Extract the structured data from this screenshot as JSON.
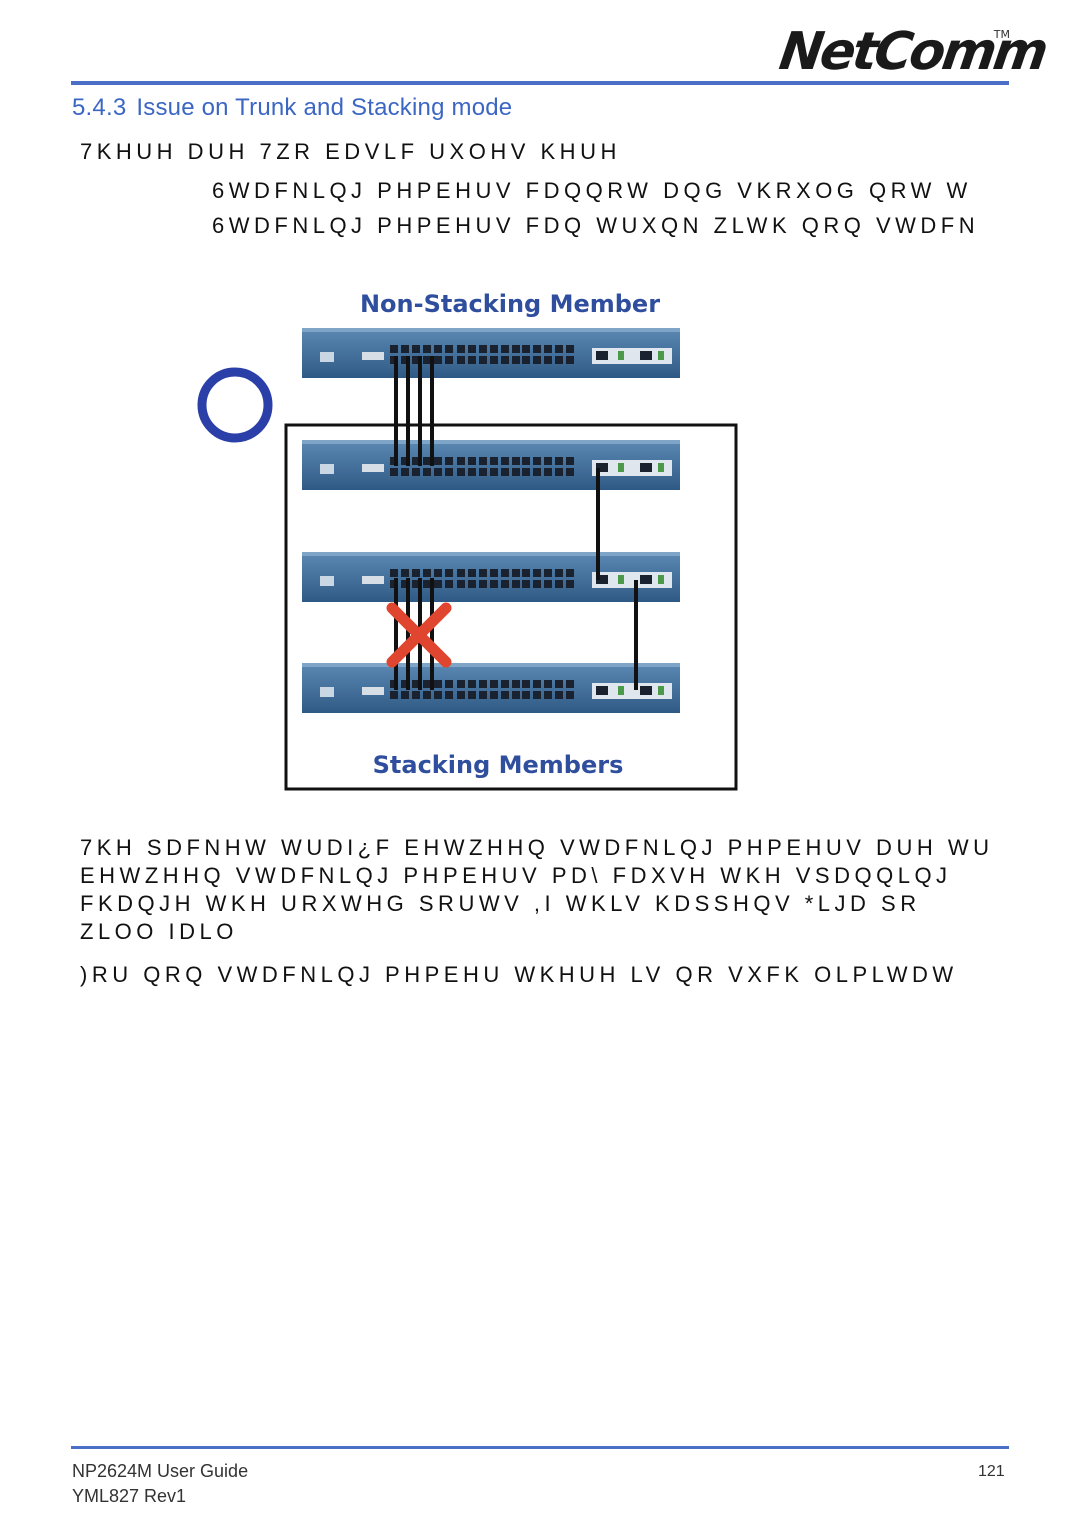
{
  "logo": {
    "text": "NetComm",
    "tm": "TM"
  },
  "section": {
    "number": "5.4.3",
    "title": "Issue on Trunk and Stacking mode"
  },
  "paragraphs": {
    "intro": "7KHUH DUH 7ZR EDVLF UXOHV KHUH",
    "rule1": "6WDFNLQJ PHPEHUV FDQQRW DQG VKRXOG QRW W",
    "rule2": "6WDFNLQJ PHPEHUV FDQ WUXQN ZLWK QRQ VWDFN",
    "body1": "7KH SDFNHW WUDI¿F EHWZHHQ VWDFNLQJ PHPEHUV DUH WU",
    "body2": "EHWZHHQ VWDFNLQJ PHPEHUV PD\\ FDXVH WKH VSDQQLQJ",
    "body3": "FKDQJH WKH URXWHG SRUWV  ,I WKLV KDSSHQV  *LJD SR",
    "body4": "ZLOO IDLO",
    "body5": ")RU QRQ VWDFNLQJ PHPEHU  WKHUH LV QR VXFK OLPLWDW"
  },
  "figure": {
    "non_stacking_label": "Non-Stacking Member",
    "stacking_label": "Stacking Members",
    "switch_count": 4,
    "colors": {
      "label_blue": "#2f4f9e",
      "switch_body": "#3f6f9a",
      "circle": "#2b3fa8",
      "cross": "#e0452f"
    }
  },
  "footer": {
    "guide": "NP2624M User Guide",
    "rev": "YML827 Rev1",
    "page": "121"
  },
  "colors": {
    "accent": "#4b6fc7",
    "title": "#3c66c4"
  }
}
